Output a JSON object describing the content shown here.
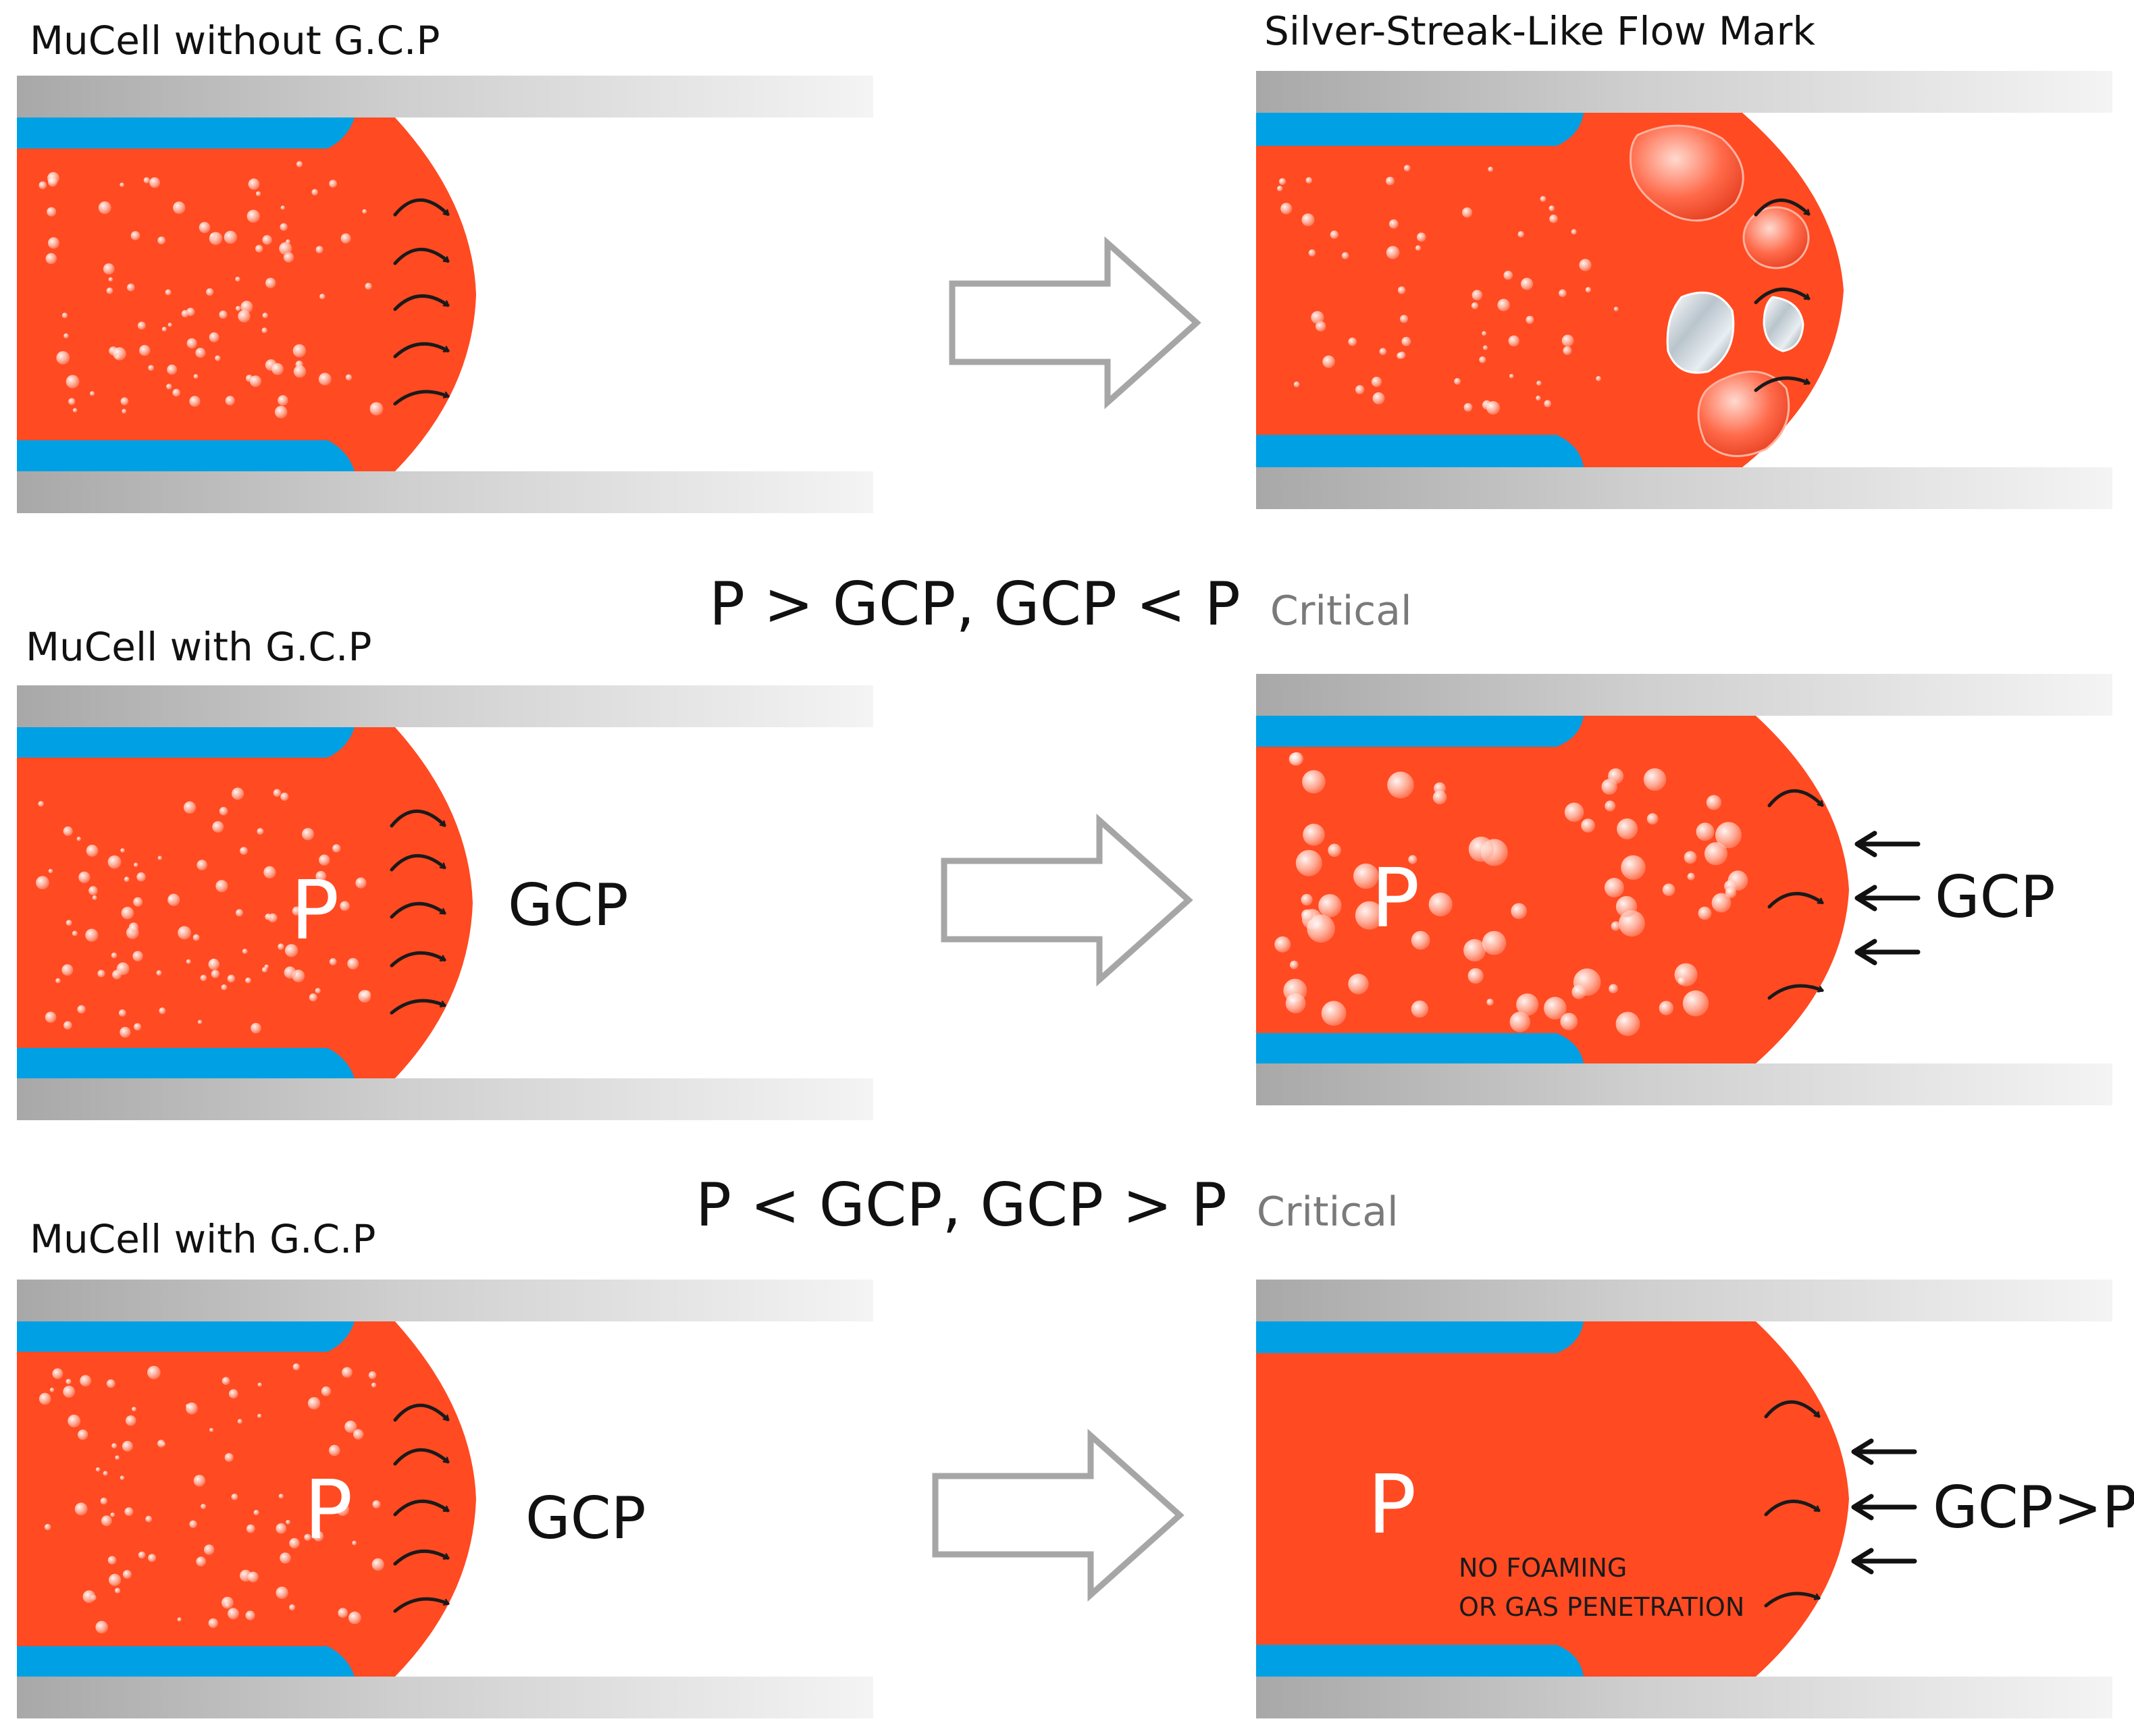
{
  "colors": {
    "melt": "#ff4a22",
    "skin": "#00a0e4",
    "wall_dark": "#a8a8a8",
    "wall_light": "#f2f2f2",
    "outline_arrow": "#a6a6a6",
    "text": "#111111",
    "subscript": "#7a7a7a"
  },
  "panels": {
    "top_left": {
      "title": "MuCell without G.C.P"
    },
    "top_right": {
      "title": "Silver-Streak-Like Flow Mark"
    },
    "middle_left": {
      "title": "MuCell with G.C.P",
      "pressure": "P",
      "gcp": "GCP"
    },
    "middle_right": {
      "pressure": "P",
      "gcp": "GCP"
    },
    "bottom_left": {
      "title": "MuCell with G.C.P",
      "pressure": "P",
      "gcp": "GCP"
    },
    "bottom_right": {
      "pressure": "P",
      "gcp": "GCP>P",
      "note_line1": "NO FOAMING",
      "note_line2": "OR GAS PENETRATION"
    }
  },
  "conditions": {
    "row2": {
      "main": "P > GCP, GCP < P",
      "subscript": "Critical"
    },
    "row3": {
      "main": "P < GCP, GCP > P",
      "subscript": "Critical"
    }
  },
  "icons": {
    "transition_arrow": "hollow-right-arrow-icon",
    "flow_arrow": "curved-flow-arrow-icon",
    "pressure_arrow": "left-pointing-arrow-icon"
  }
}
